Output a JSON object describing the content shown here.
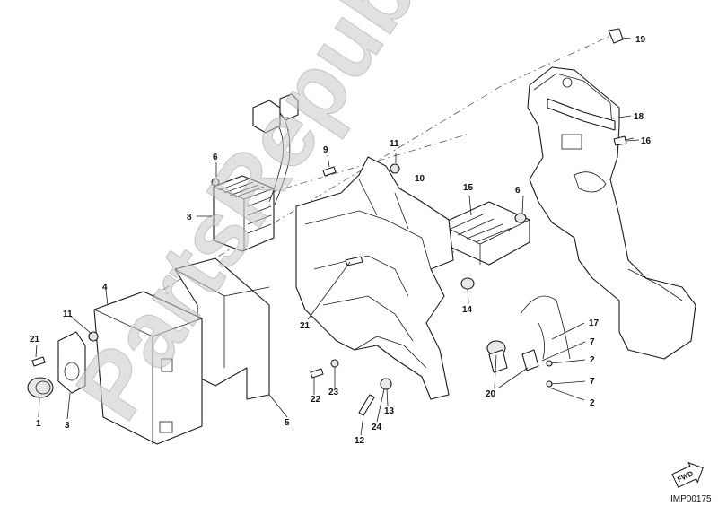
{
  "watermark": "PartsRepublik",
  "diagram_code": "IMP00175",
  "fwd_label": "FWD",
  "callouts": [
    "1",
    "2",
    "2",
    "3",
    "4",
    "5",
    "6",
    "6",
    "7",
    "7",
    "8",
    "9",
    "10",
    "11",
    "11",
    "12",
    "13",
    "14",
    "15",
    "16",
    "17",
    "18",
    "19",
    "20",
    "21",
    "21",
    "22",
    "23",
    "24"
  ]
}
